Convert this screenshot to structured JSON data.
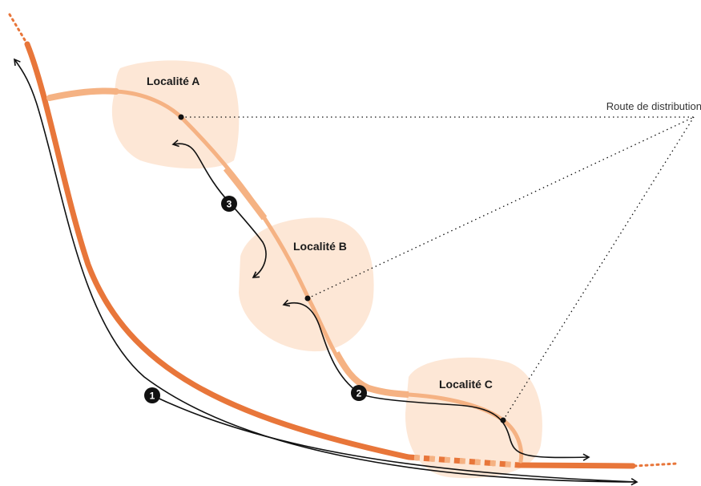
{
  "labels": {
    "locality_a": "Localité A",
    "locality_b": "Localité B",
    "locality_c": "Localité C",
    "route": "Route de distribution"
  },
  "badges": {
    "one": "1",
    "two": "2",
    "three": "3"
  },
  "colors": {
    "main_road": "#e8763a",
    "local_road": "#f5b283",
    "locality_area": "#fde7d6",
    "arrows": "#111111"
  }
}
